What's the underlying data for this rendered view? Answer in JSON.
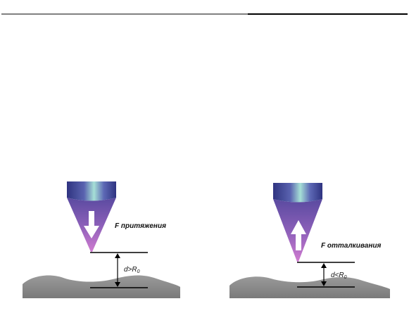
{
  "panels": [
    {
      "id": "attraction",
      "force_label": "F притяжения",
      "gap_label": "d>R",
      "gap_subscript": "0",
      "force_direction": "down"
    },
    {
      "id": "repulsion",
      "force_label": "F отталкивания",
      "gap_label": "d<R",
      "gap_subscript": "0",
      "force_direction": "up"
    }
  ],
  "colors": {
    "cantilever_dark": "#3a3f8f",
    "cantilever_light": "#9fd8d0",
    "tip_top": "#6b5aa8",
    "tip_bottom": "#c070c8",
    "surface": "#8a8a8a",
    "arrow": "#ffffff",
    "lines": "#000000"
  }
}
